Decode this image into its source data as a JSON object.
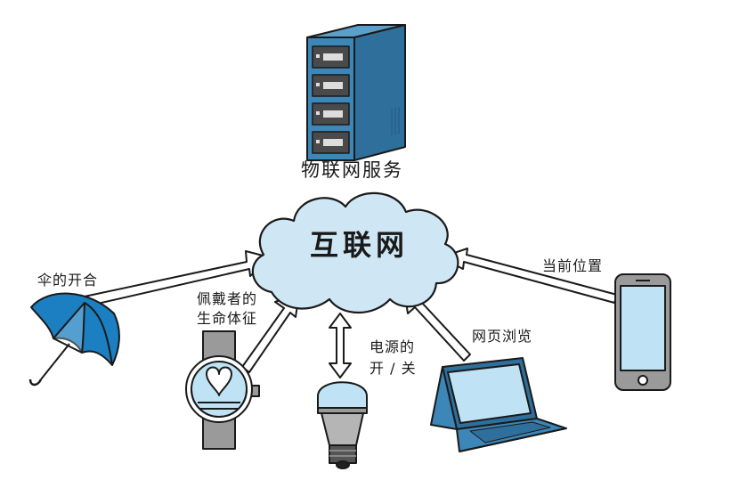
{
  "nodes": {
    "server": {
      "label": "物联网服务"
    },
    "internet": {
      "label": "互联网"
    },
    "umbrella": {
      "label": "伞的开合"
    },
    "watch": {
      "label_line1": "佩戴者的",
      "label_line2": "生命体征"
    },
    "bulb": {
      "label_line1": "电源的",
      "label_line2": "开 / 关"
    },
    "laptop": {
      "label": "网页浏览"
    },
    "phone": {
      "label": "当前位置"
    }
  },
  "colors": {
    "outline": "#1a1a1a",
    "cloud_fill": "#cfe7f5",
    "server_front": "#3d86b8",
    "server_side": "#2f6f9c",
    "server_top": "#5aa0cc",
    "umbrella": "#1b7fc1",
    "screen": "#bfe3f5",
    "device_gray": "#9a9a9a",
    "arrow_fill": "#ffffff"
  },
  "icons": [
    "server-icon",
    "cloud-icon",
    "umbrella-icon",
    "smartwatch-icon",
    "light-bulb-icon",
    "laptop-icon",
    "smartphone-icon"
  ]
}
